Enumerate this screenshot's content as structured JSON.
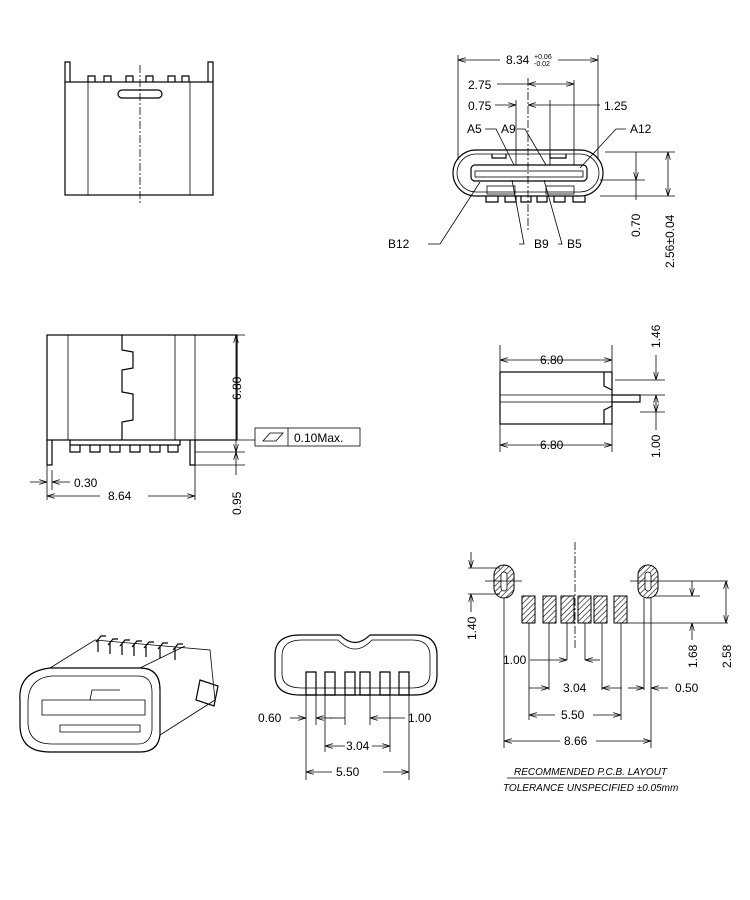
{
  "top_view": {
    "width": "8.34",
    "width_tol_plus": "+0.06",
    "width_tol_minus": "-0.02",
    "dim_2_75": "2.75",
    "dim_0_75": "0.75",
    "dim_1_25": "1.25",
    "pin_a5": "A5",
    "pin_a9": "A9",
    "pin_a12": "A12",
    "pin_b12": "B12",
    "pin_b9": "B9",
    "pin_b5": "B5",
    "dim_0_70": "0.70",
    "height": "2.56±0.04"
  },
  "front_view": {
    "height": "6.80",
    "flatness": "0.10Max.",
    "pin_offset": "0.30",
    "width": "8.64",
    "pin_length": "0.95"
  },
  "side_view": {
    "length_top": "6.80",
    "length_bottom": "6.80",
    "dim_1_46": "1.46",
    "dim_1_00": "1.00"
  },
  "bottom_view": {
    "pin_width": "0.60",
    "pitch": "1.00",
    "span_inner": "3.04",
    "span_outer": "5.50"
  },
  "pcb_layout": {
    "hole_height": "1.40",
    "pitch": "1.00",
    "span_inner": "3.04",
    "span_outer": "5.50",
    "hole_span": "8.66",
    "hole_width": "0.50",
    "pad_length": "1.68",
    "total_length": "2.58",
    "title": "RECOMMENDED   P.C.B.  LAYOUT",
    "tolerance": "TOLERANCE  UNSPECIFIED  ±0.05mm"
  }
}
